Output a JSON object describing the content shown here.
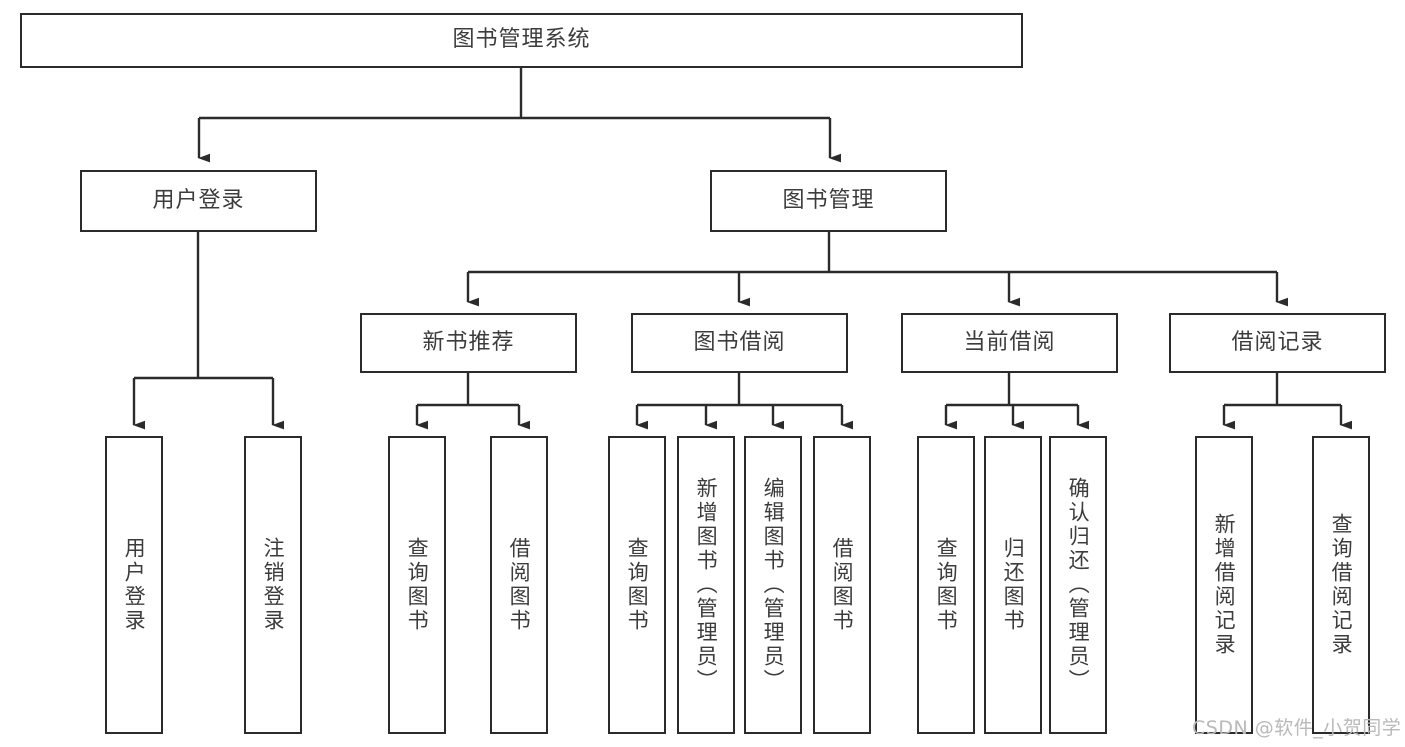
{
  "diagram": {
    "title": "图书管理系统",
    "type": "tree-hierarchy-chart",
    "watermark": "CSDN @软件_小贺同学",
    "colors": {
      "stroke": "#2b2b2b",
      "text": "#3c3c3c",
      "background": "#ffffff",
      "watermark": "#b9b9b9"
    },
    "root": {
      "id": "root",
      "label": "图书管理系统"
    },
    "level2": [
      {
        "id": "user-login",
        "label": "用户登录"
      },
      {
        "id": "book-management",
        "label": "图书管理"
      }
    ],
    "level3": [
      {
        "id": "new-book-recommend",
        "label": "新书推荐",
        "parent": "book-management"
      },
      {
        "id": "book-borrow",
        "label": "图书借阅",
        "parent": "book-management"
      },
      {
        "id": "current-borrow",
        "label": "当前借阅",
        "parent": "book-management"
      },
      {
        "id": "borrow-record",
        "label": "借阅记录",
        "parent": "book-management"
      }
    ],
    "leaves": [
      {
        "id": "leaf-user-login",
        "label": "用户登录",
        "parent": "user-login"
      },
      {
        "id": "leaf-logout-login",
        "label": "注销登录",
        "parent": "user-login"
      },
      {
        "id": "leaf-query-book-1",
        "label": "查询图书",
        "parent": "new-book-recommend"
      },
      {
        "id": "leaf-borrow-book-1",
        "label": "借阅图书",
        "parent": "new-book-recommend"
      },
      {
        "id": "leaf-query-book-2",
        "label": "查询图书",
        "parent": "book-borrow"
      },
      {
        "id": "leaf-add-book",
        "label": "新增图书（管理员）",
        "parent": "book-borrow"
      },
      {
        "id": "leaf-edit-book",
        "label": "编辑图书（管理员）",
        "parent": "book-borrow"
      },
      {
        "id": "leaf-borrow-book-2",
        "label": "借阅图书",
        "parent": "book-borrow"
      },
      {
        "id": "leaf-query-book-3",
        "label": "查询图书",
        "parent": "current-borrow"
      },
      {
        "id": "leaf-return-book",
        "label": "归还图书",
        "parent": "current-borrow"
      },
      {
        "id": "leaf-confirm-return",
        "label": "确认归还（管理员）",
        "parent": "current-borrow"
      },
      {
        "id": "leaf-add-record",
        "label": "新增借阅记录",
        "parent": "borrow-record"
      },
      {
        "id": "leaf-query-record",
        "label": "查询借阅记录",
        "parent": "borrow-record"
      }
    ]
  }
}
